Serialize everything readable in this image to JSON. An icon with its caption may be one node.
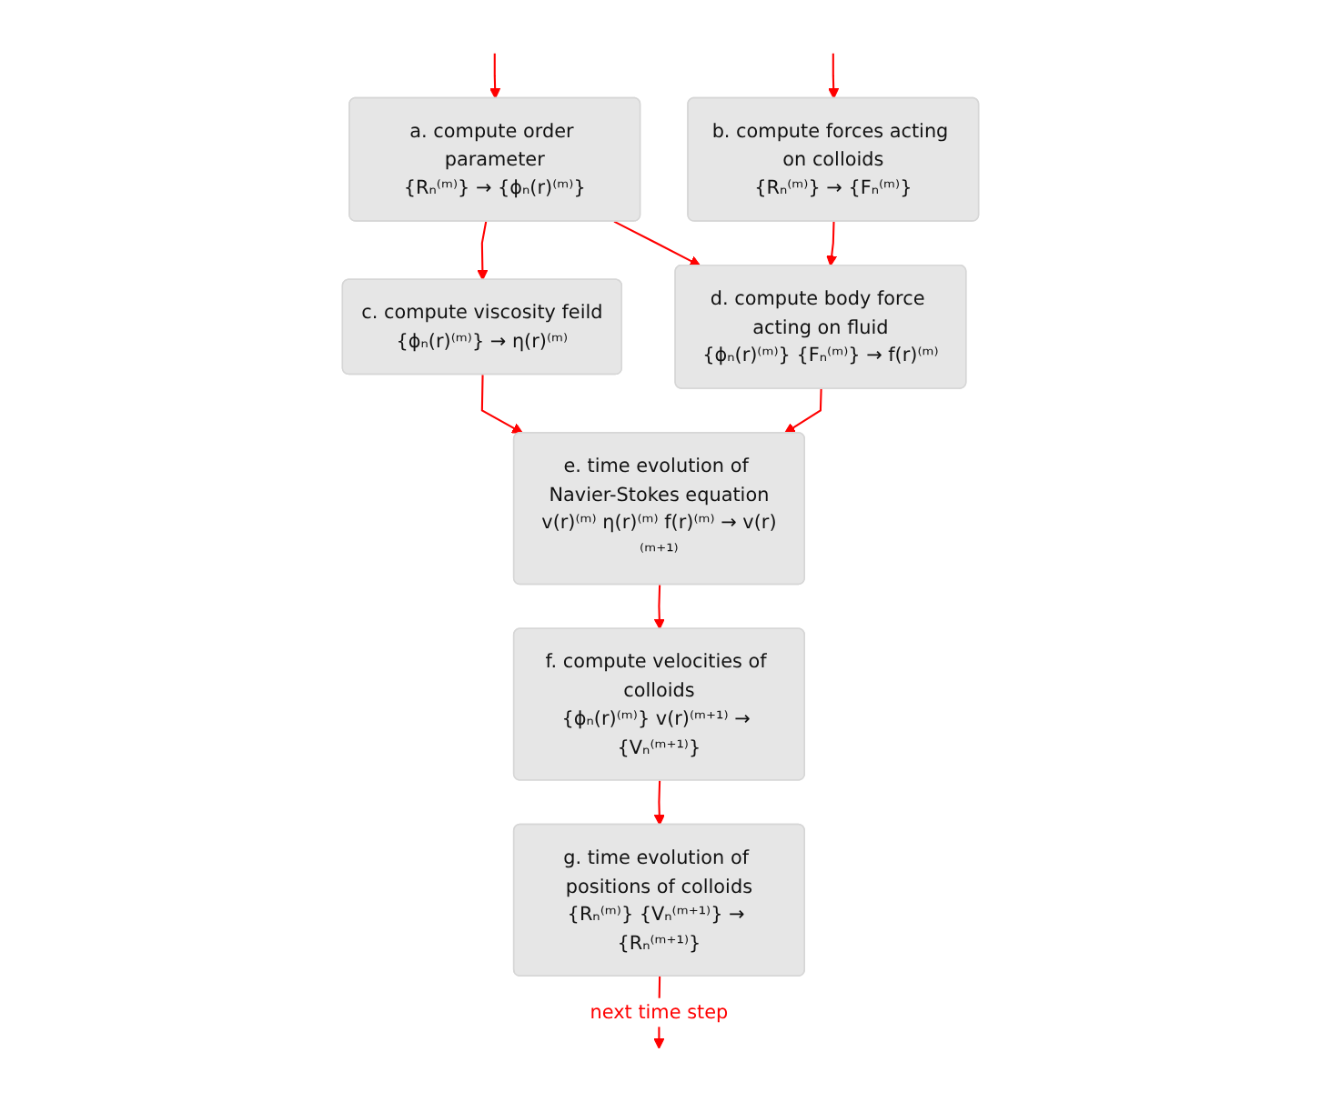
{
  "diagram": {
    "nodes": [
      {
        "text": [
          "a. compute order parameter",
          "{Rₙ⁽ᵐ⁾} → {ϕₙ(r)⁽ᵐ⁾}"
        ]
      },
      {
        "text": [
          "b. compute forces acting on colloids",
          "{Rₙ⁽ᵐ⁾} → {Fₙ⁽ᵐ⁾}"
        ]
      },
      {
        "text": [
          "c. compute viscosity feild",
          "{ϕₙ(r)⁽ᵐ⁾} → η(r)⁽ᵐ⁾"
        ]
      },
      {
        "text": [
          "d. compute body force acting on fluid",
          "{ϕₙ(r)⁽ᵐ⁾} {Fₙ⁽ᵐ⁾} → f(r)⁽ᵐ⁾"
        ]
      },
      {
        "text": [
          "e. time evolution of Navier-Stokes equation",
          "v(r)⁽ᵐ⁾ η(r)⁽ᵐ⁾ f(r)⁽ᵐ⁾ → v(r)⁽ᵐ⁺¹⁾"
        ]
      },
      {
        "text": [
          "f. compute velocities of colloids",
          "{ϕₙ(r)⁽ᵐ⁾} v(r)⁽ᵐ⁺¹⁾ → {Vₙ⁽ᵐ⁺¹⁾}"
        ]
      },
      {
        "text": [
          "g. time evolution of positions of colloids",
          "{Rₙ⁽ᵐ⁾} {Vₙ⁽ᵐ⁺¹⁾} → {Rₙ⁽ᵐ⁺¹⁾}"
        ]
      }
    ],
    "edges": [
      {
        "from": null,
        "to": 0,
        "arrow": "to"
      },
      {
        "from": null,
        "to": 1,
        "arrow": "to"
      },
      {
        "from": 0,
        "to": 2,
        "arrow": "to"
      },
      {
        "from": 0,
        "to": 3,
        "arrow": "to"
      },
      {
        "from": 1,
        "to": 3,
        "arrow": "to"
      },
      {
        "from": 2,
        "to": 4,
        "arrow": "to"
      },
      {
        "from": 3,
        "to": 4,
        "arrow": "to"
      },
      {
        "from": 4,
        "to": 5,
        "arrow": "to"
      },
      {
        "from": 5,
        "to": 6,
        "arrow": "to"
      },
      {
        "from": 6,
        "to": null,
        "arrow": "to",
        "label": "next time step"
      }
    ]
  }
}
